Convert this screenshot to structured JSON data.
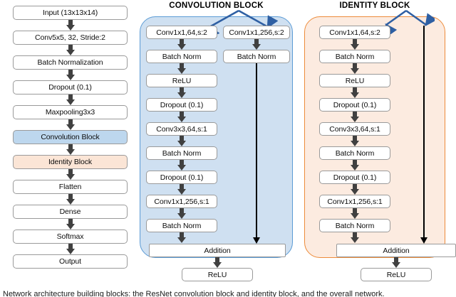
{
  "figure": {
    "columns": [
      {
        "id": "main-network",
        "title": "",
        "nodes": [
          {
            "label": "Input (13x13x14)",
            "style": "plain"
          },
          {
            "label": "Conv5x5, 32, Stride:2",
            "style": "plain"
          },
          {
            "label": "Batch Normalization",
            "style": "plain"
          },
          {
            "label": "Dropout (0.1)",
            "style": "plain"
          },
          {
            "label": "Maxpooling3x3",
            "style": "plain"
          },
          {
            "label": "Convolution Block",
            "style": "blue"
          },
          {
            "label": "Identity Block",
            "style": "peach"
          },
          {
            "label": "Flatten",
            "style": "plain"
          },
          {
            "label": "Dense",
            "style": "plain"
          },
          {
            "label": "Softmax",
            "style": "plain"
          },
          {
            "label": "Output",
            "style": "plain"
          }
        ]
      },
      {
        "id": "convolution-block",
        "title": "CONVOLUTION BLOCK",
        "main_path": [
          {
            "label": "Conv1x1,64,s:2"
          },
          {
            "label": "Batch Norm"
          },
          {
            "label": "ReLU"
          },
          {
            "label": "Dropout (0.1)"
          },
          {
            "label": "Conv3x3,64,s:1"
          },
          {
            "label": "Batch Norm"
          },
          {
            "label": "Dropout (0.1)"
          },
          {
            "label": "Conv1x1,256,s:1"
          },
          {
            "label": "Batch Norm"
          }
        ],
        "shortcut_path": [
          {
            "label": "Conv1x1,256,s:2"
          },
          {
            "label": "Batch Norm"
          }
        ],
        "merge": {
          "label": "Addition"
        },
        "output": {
          "label": "ReLU"
        }
      },
      {
        "id": "identity-block",
        "title": "IDENTITY BLOCK",
        "main_path": [
          {
            "label": "Conv1x1,64,s:2"
          },
          {
            "label": "Batch Norm"
          },
          {
            "label": "ReLU"
          },
          {
            "label": "Dropout (0.1)"
          },
          {
            "label": "Conv3x3,64,s:1"
          },
          {
            "label": "Batch Norm"
          },
          {
            "label": "Dropout (0.1)"
          },
          {
            "label": "Conv1x1,256,s:1"
          },
          {
            "label": "Batch Norm"
          }
        ],
        "shortcut_path": [],
        "merge": {
          "label": "Addition"
        },
        "output": {
          "label": "ReLU"
        }
      }
    ],
    "caption": "Network architecture building blocks: the ResNet convolution block and identity block, and the overall network.",
    "colors": {
      "convolution_accent": "#5b9bd5",
      "identity_accent": "#ed8b3a",
      "convolution_fill": "#cfe0f1",
      "identity_fill": "#fcebe0",
      "convolution_node": "#bdd7ee",
      "identity_node": "#fbe5d6",
      "arrow": "#404040",
      "skip_arrow": "#000000",
      "branch_arrow": "#2e5fa3"
    }
  }
}
